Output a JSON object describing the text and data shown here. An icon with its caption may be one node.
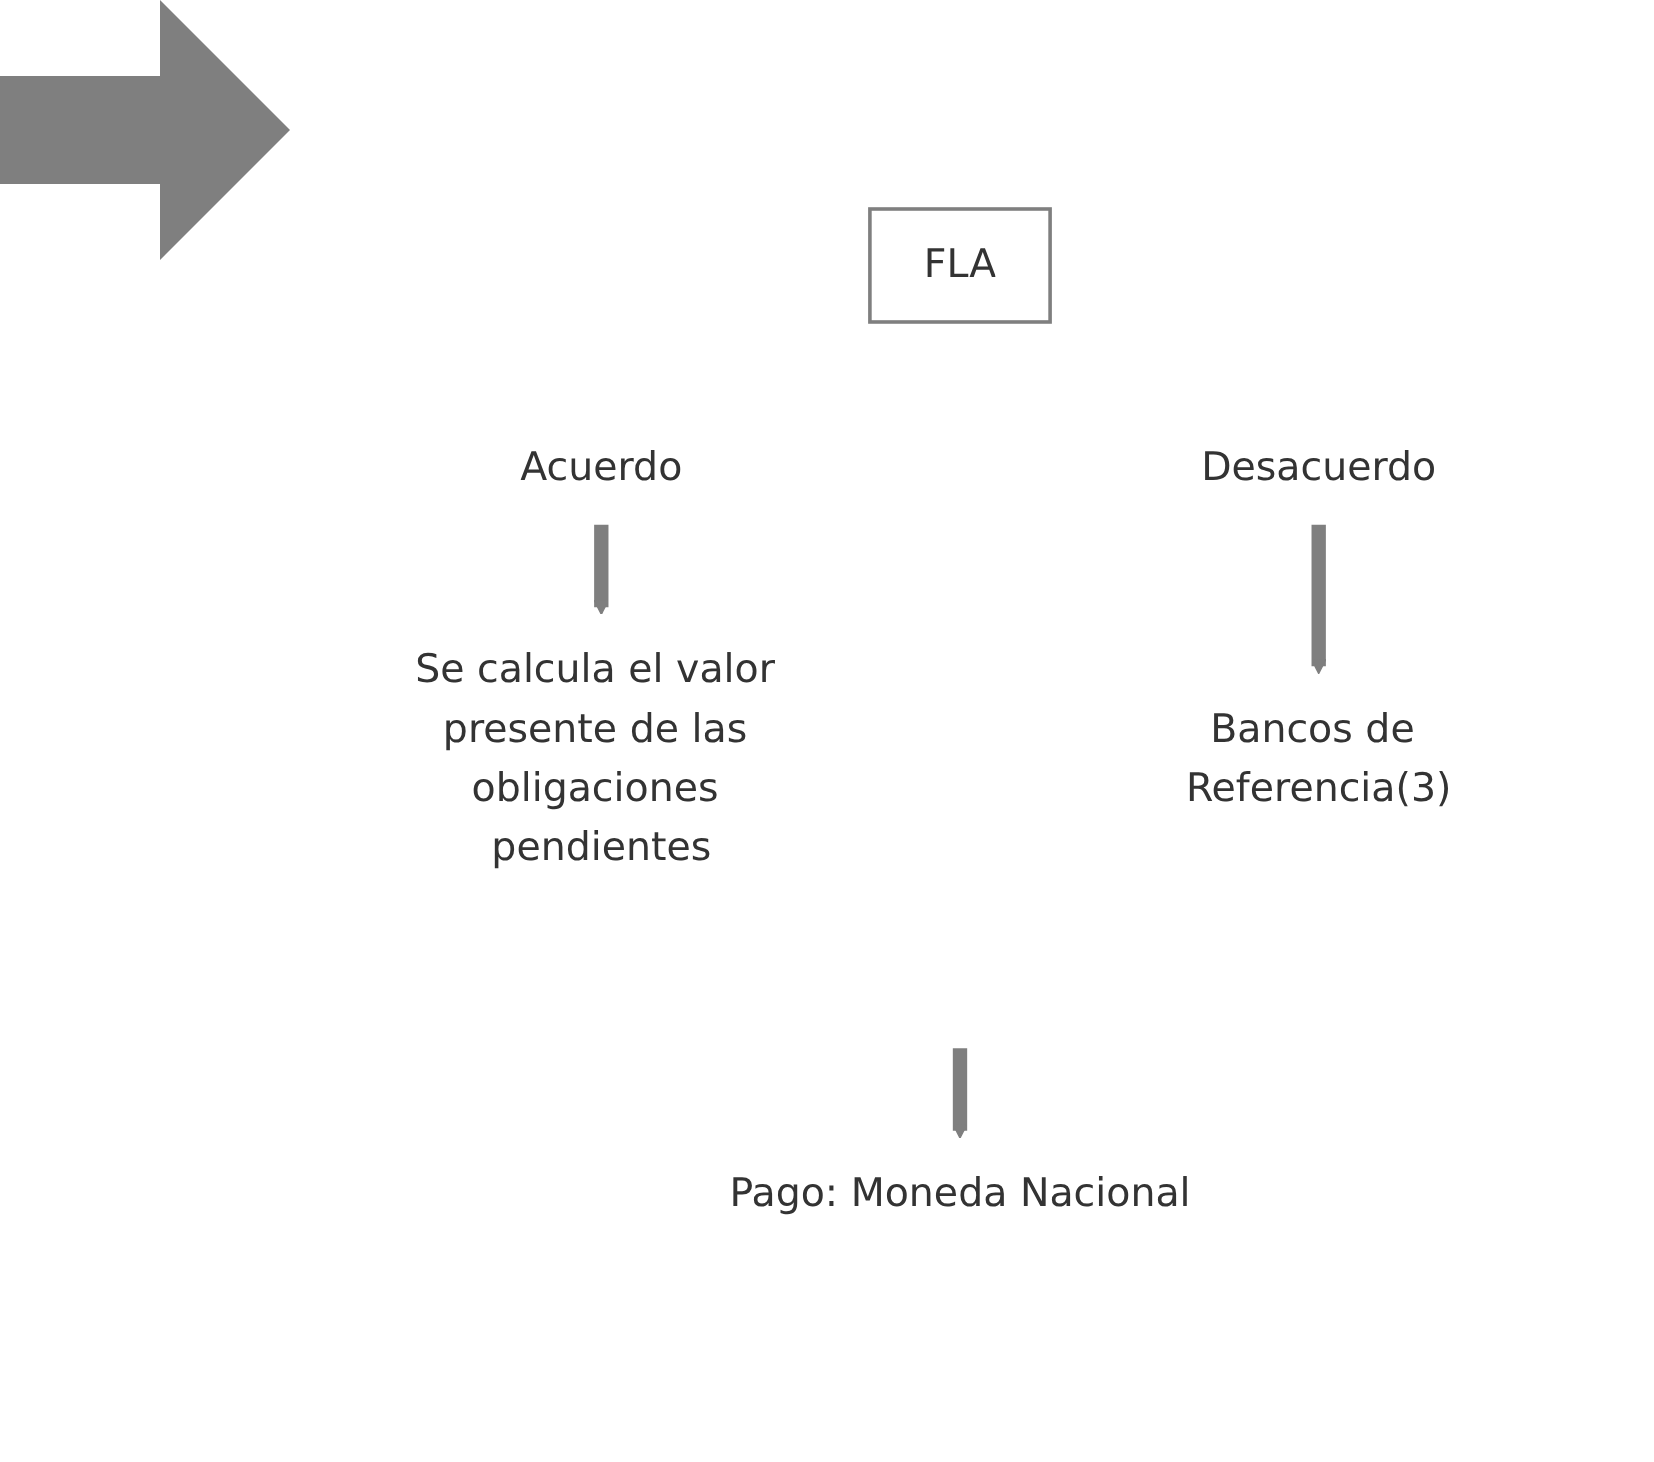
{
  "diagram": {
    "nodes": [
      {
        "text": [
          "FLA"
        ]
      },
      {
        "text": [
          "Acuerdo"
        ]
      },
      {
        "text": [
          "Desacuerdo"
        ]
      },
      {
        "text": [
          "Se calcula el valor presente de las obligaciones pendientes"
        ]
      },
      {
        "text": [
          "Bancos de Referencia(3)"
        ]
      },
      {
        "text": [
          "Pago: Moneda Nacional"
        ]
      }
    ],
    "edges": [
      {
        "from": 1,
        "to": 3,
        "arrow": "to"
      },
      {
        "from": 2,
        "to": 4,
        "arrow": "to"
      },
      {
        "from": null,
        "to": 5,
        "arrow": "to"
      }
    ]
  }
}
